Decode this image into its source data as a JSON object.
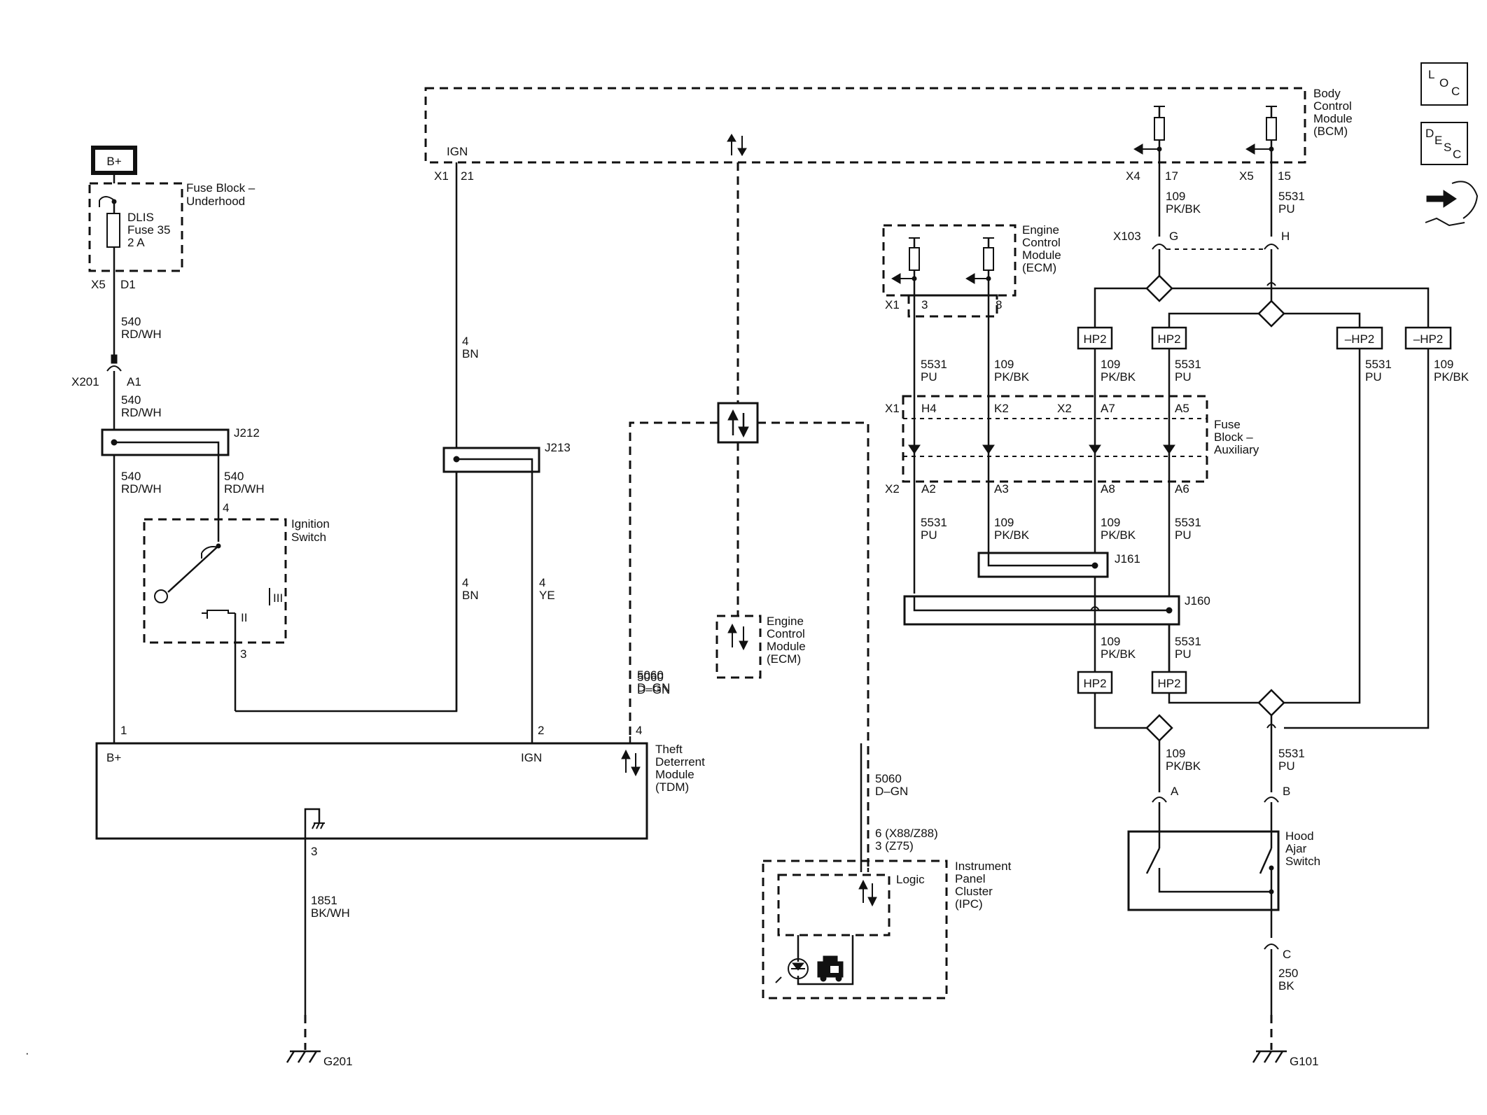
{
  "side_icons": {
    "loc": "LOC",
    "desc": "DESC",
    "icon": "connector-repair-icon"
  },
  "power": {
    "label": "B+"
  },
  "fuse_block_underhood": {
    "title": "Fuse Block – Underhood",
    "fuse_label_1": "DLIS",
    "fuse_label_2": "Fuse 35",
    "fuse_label_3": "2 A",
    "conn": "X5",
    "pin": "D1"
  },
  "wires": {
    "w540": {
      "circuit": "540",
      "color": "RD/WH"
    },
    "w4bn": {
      "circuit": "4",
      "color": "BN"
    },
    "w4ye": {
      "circuit": "4",
      "color": "YE"
    },
    "w5060": {
      "circuit": "5060",
      "color": "D–GN"
    },
    "w1851": {
      "circuit": "1851",
      "color": "BK/WH"
    },
    "w109": {
      "circuit": "109",
      "color": "PK/BK"
    },
    "w5531": {
      "circuit": "5531",
      "color": "PU"
    },
    "w250": {
      "circuit": "250",
      "color": "BK"
    }
  },
  "connectors": {
    "x201": "X201",
    "x201_pin": "A1",
    "x103": "X103",
    "x103_g": "G",
    "x103_h": "H",
    "j212": "J212",
    "j213": "J213",
    "j161": "J161",
    "j160": "J160",
    "hood_a": "A",
    "hood_b": "B",
    "hood_c": "C"
  },
  "bcm": {
    "title": "Body Control Module (BCM)",
    "ign": "IGN",
    "x1": "X1",
    "x1_pin": "21",
    "x4": "X4",
    "x4_pin": "17",
    "x5": "X5",
    "x5_pin": "15"
  },
  "ecm_top": {
    "title": "Engine Control Module (ECM)",
    "x1": "X1",
    "pin3": "3",
    "pin8": "8"
  },
  "ecm_mid": {
    "title": "Engine Control Module (ECM)"
  },
  "ignition_switch": {
    "title": "Ignition Switch",
    "pin4": "4",
    "pin3": "3",
    "pos2": "II",
    "pos3": "III"
  },
  "tdm": {
    "title": "Theft Deterrent Module (TDM)",
    "b_plus": "B+",
    "ign": "IGN",
    "pin1": "1",
    "pin2": "2",
    "pin4": "4",
    "pin3": "3"
  },
  "fuse_block_aux": {
    "title": "Fuse Block – Auxiliary",
    "x1": "X1",
    "x2": "X2",
    "h4": "H4",
    "k2": "K2",
    "a7": "A7",
    "a5": "A5",
    "a2": "A2",
    "a3": "A3",
    "a8": "A8",
    "a6": "A6"
  },
  "ipc": {
    "title": "Instrument Panel Cluster (IPC)",
    "logic": "Logic",
    "pin_a": "6 (X88/Z88)",
    "pin_b": "3 (Z75)"
  },
  "hood_switch": {
    "title": "Hood Ajar Switch"
  },
  "splices": {
    "hp2": "HP2",
    "minus_hp2": "–HP2"
  },
  "grounds": {
    "g201": "G201",
    "g101": "G101"
  }
}
